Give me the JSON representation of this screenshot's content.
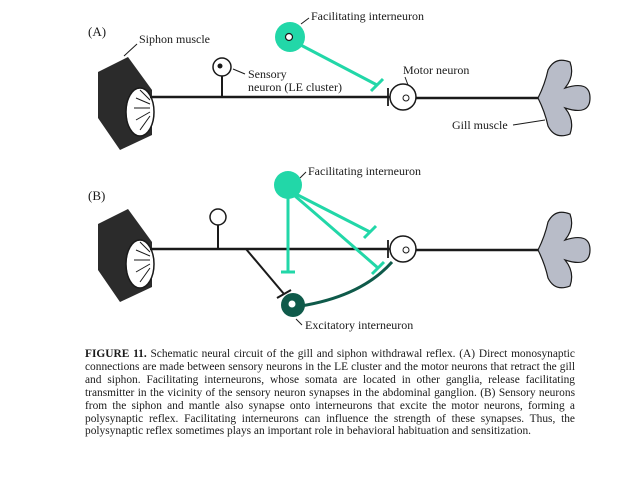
{
  "colors": {
    "ink": "#1a1a1a",
    "facilitating": "#22d7a8",
    "excitatory": "#0f5a4a",
    "gill_fill": "#b8bcc8",
    "siphon_fill": "#2b2b2b"
  },
  "panels": {
    "a": {
      "label": "(A)",
      "siphon_muscle": "Siphon muscle",
      "facilitating": "Facilitating interneuron",
      "sensory_line1": "Sensory",
      "sensory_line2": "neuron (LE cluster)",
      "motor": "Motor neuron",
      "gill": "Gill muscle"
    },
    "b": {
      "label": "(B)",
      "facilitating": "Facilitating interneuron",
      "excitatory": "Excitatory interneuron"
    }
  },
  "caption": {
    "title": "FIGURE 11.",
    "body": "Schematic neural circuit of the gill and siphon withdrawal reflex. (A) Direct monosynaptic connections are made between sensory neurons in the LE cluster and the motor neurons that retract the gill and siphon. Facilitating interneurons, whose somata are located in other ganglia, release facilitating transmitter in the vicinity of the sensory neuron synapses in the abdominal ganglion. (B) Sensory neurons from the siphon and mantle also synapse onto interneurons that excite the motor neurons, forming a polysynaptic reflex. Facilitating interneurons can influence the strength of these synapses. Thus, the polysynaptic reflex sometimes plays an important role in behavioral habituation and sensitization."
  }
}
